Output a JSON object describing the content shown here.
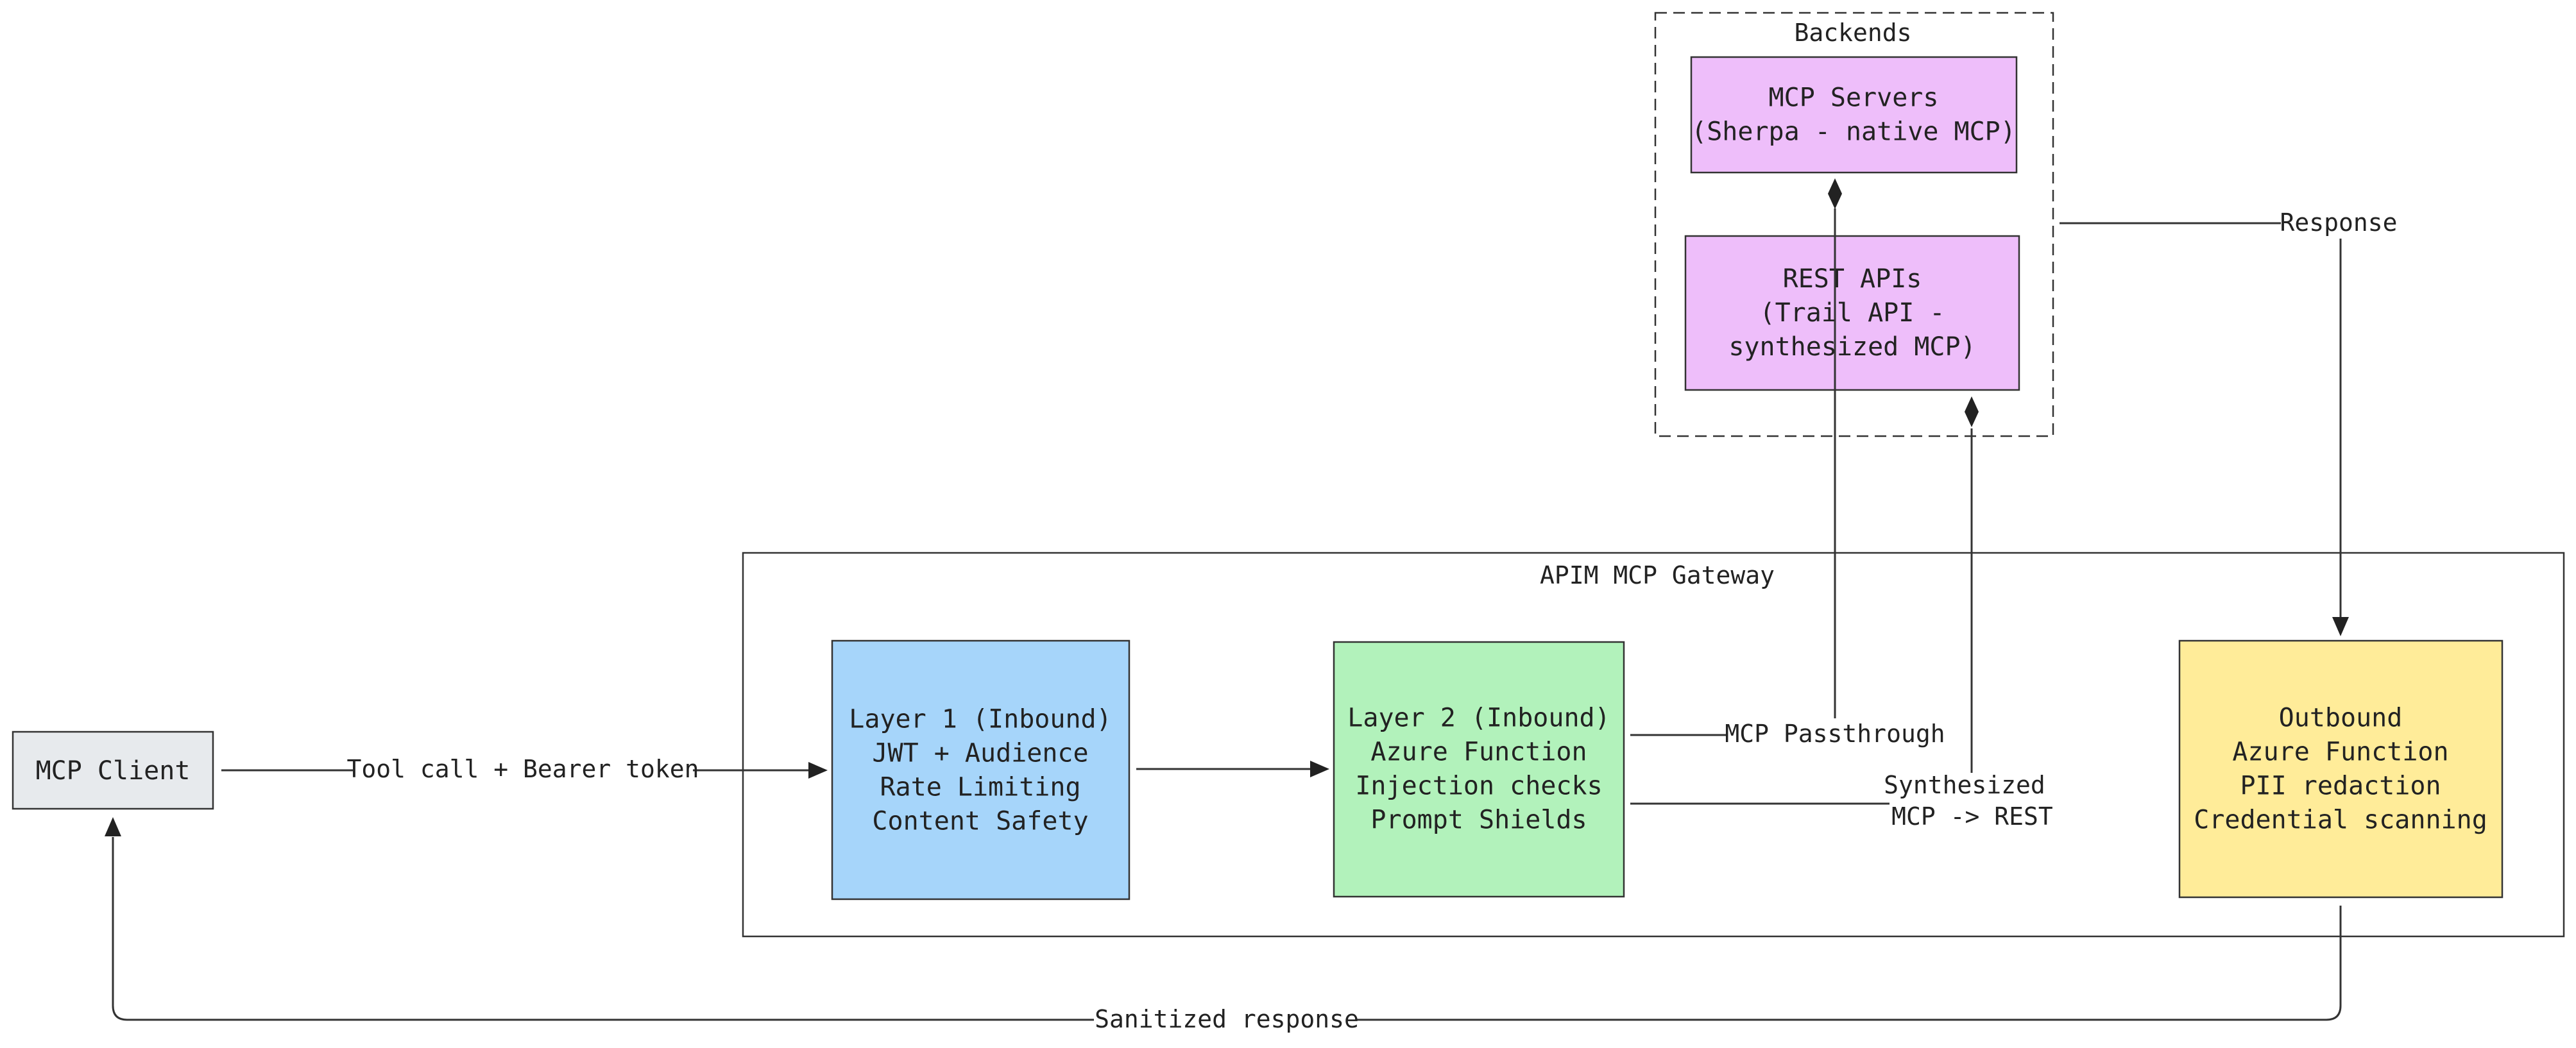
{
  "groups": {
    "backends": {
      "title": "Backends"
    },
    "gateway": {
      "title": "APIM MCP Gateway"
    }
  },
  "nodes": {
    "mcp_client": {
      "lines": [
        "MCP Client"
      ],
      "color": "#e7eaed"
    },
    "layer1": {
      "lines": [
        "Layer 1 (Inbound)",
        "JWT + Audience",
        "Rate Limiting",
        "Content Safety"
      ],
      "color": "#a6d5fa"
    },
    "layer2": {
      "lines": [
        "Layer 2 (Inbound)",
        "Azure Function",
        "Injection checks",
        "Prompt Shields"
      ],
      "color": "#b2f2bb"
    },
    "outbound": {
      "lines": [
        "Outbound",
        "Azure Function",
        "PII redaction",
        "Credential scanning"
      ],
      "color": "#ffec99"
    },
    "mcp_servers": {
      "lines": [
        "MCP Servers",
        "(Sherpa - native MCP)"
      ],
      "color": "#eebefa"
    },
    "rest_apis": {
      "lines": [
        "REST APIs",
        "(Trail API -",
        "synthesized MCP)"
      ],
      "color": "#eebefa"
    }
  },
  "edges": {
    "tool_call": {
      "label": "Tool call + Bearer token"
    },
    "passthrough": {
      "label": "MCP Passthrough"
    },
    "synthesized": {
      "lines": [
        "Synthesized",
        "MCP -> REST"
      ]
    },
    "response": {
      "label": "Response"
    },
    "sanitized": {
      "label": "Sanitized response"
    }
  }
}
